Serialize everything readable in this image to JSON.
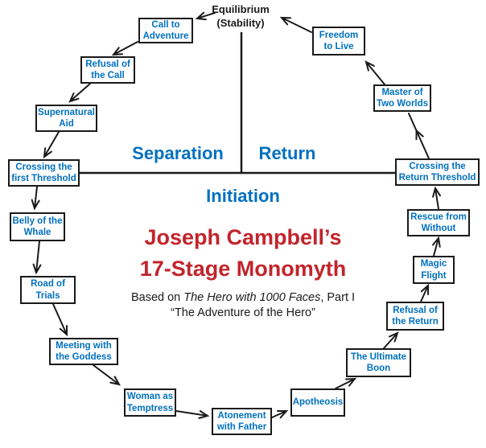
{
  "diagram_title": {
    "line1": "Joseph Campbell’s",
    "line2": "17-Stage Monomyth"
  },
  "subtitle": {
    "prefix": "Based on ",
    "book_title": "The Hero with 1000 Faces",
    "suffix": ", Part I",
    "line2": "“The Adventure of the Hero”"
  },
  "equilibrium": {
    "line1": "Equilibrium",
    "line2": "(Stability)"
  },
  "phases": {
    "separation": "Separation",
    "return": "Return",
    "initiation": "Initiation"
  },
  "stages": [
    {
      "id": "call-to-adventure",
      "label": "Call to Adventure"
    },
    {
      "id": "refusal-of-the-call",
      "label": "Refusal of the Call"
    },
    {
      "id": "supernatural-aid",
      "label": "Supernatural Aid"
    },
    {
      "id": "crossing-the-first-threshold",
      "label": "Crossing the first Threshold"
    },
    {
      "id": "belly-of-the-whale",
      "label": "Belly of the Whale"
    },
    {
      "id": "road-of-trials",
      "label": "Road of Trials"
    },
    {
      "id": "meeting-with-the-goddess",
      "label": "Meeting with the Goddess"
    },
    {
      "id": "woman-as-temptress",
      "label": "Woman as Temptress"
    },
    {
      "id": "atonement-with-father",
      "label": "Atonement with Father"
    },
    {
      "id": "apotheosis",
      "label": "Apotheosis"
    },
    {
      "id": "the-ultimate-boon",
      "label": "The Ultimate Boon"
    },
    {
      "id": "refusal-of-the-return",
      "label": "Refusal of the Return"
    },
    {
      "id": "magic-flight",
      "label": "Magic Flight"
    },
    {
      "id": "rescue-from-without",
      "label": "Rescue from Without"
    },
    {
      "id": "crossing-the-return-threshold",
      "label": "Crossing the Return Threshold"
    },
    {
      "id": "master-of-two-worlds",
      "label": "Master of Two Worlds"
    },
    {
      "id": "freedom-to-live",
      "label": "Freedom to Live"
    }
  ],
  "colors": {
    "stage_blue": "#0070C0",
    "title_red": "#C2242B",
    "line_black": "#1a1a1a"
  }
}
